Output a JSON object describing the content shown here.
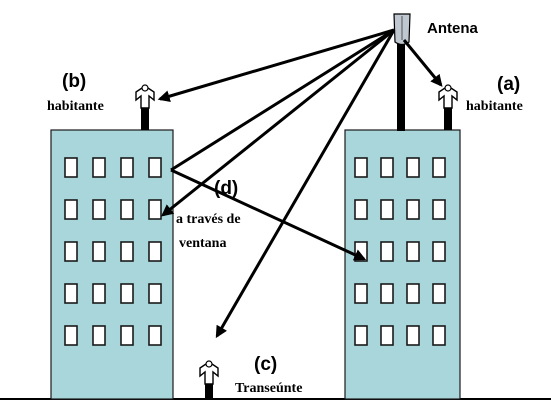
{
  "labels": {
    "antena": "Antena",
    "a_letter": "(a)",
    "a_text": "habitante",
    "b_letter": "(b)",
    "b_text": "habitante",
    "c_letter": "(c)",
    "c_text": "Transeúnte",
    "d_letter": "(d)",
    "d_text_line1": "a través de",
    "d_text_line2": "ventana"
  },
  "colors": {
    "building": "#a9d6da",
    "window": "#ffffff",
    "outline": "#1a1a1a",
    "arrow": "#000000",
    "ground": "#000000"
  }
}
